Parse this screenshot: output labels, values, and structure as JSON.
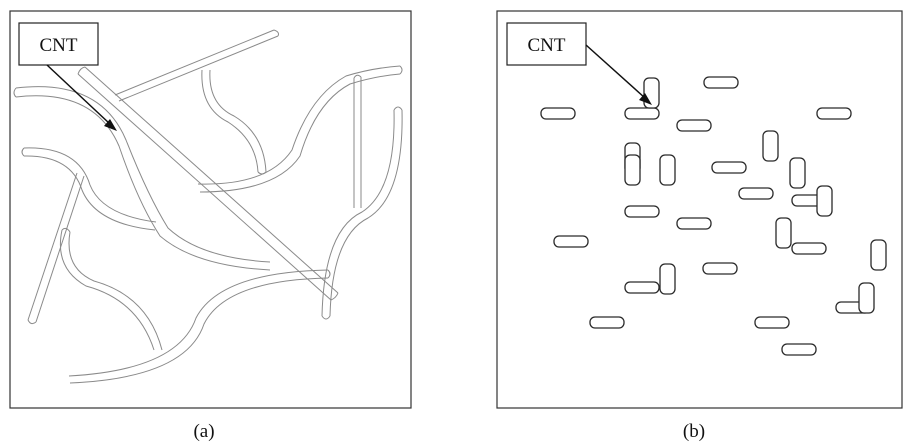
{
  "panel_a": {
    "label": "CNT",
    "caption": "(a)"
  },
  "panel_b": {
    "label": "CNT",
    "caption": "(b)"
  },
  "colors": {
    "frame": "#333333",
    "tube_outline": "#8a8a8a",
    "rod_outline": "#2a2a2a",
    "text": "#111111"
  }
}
